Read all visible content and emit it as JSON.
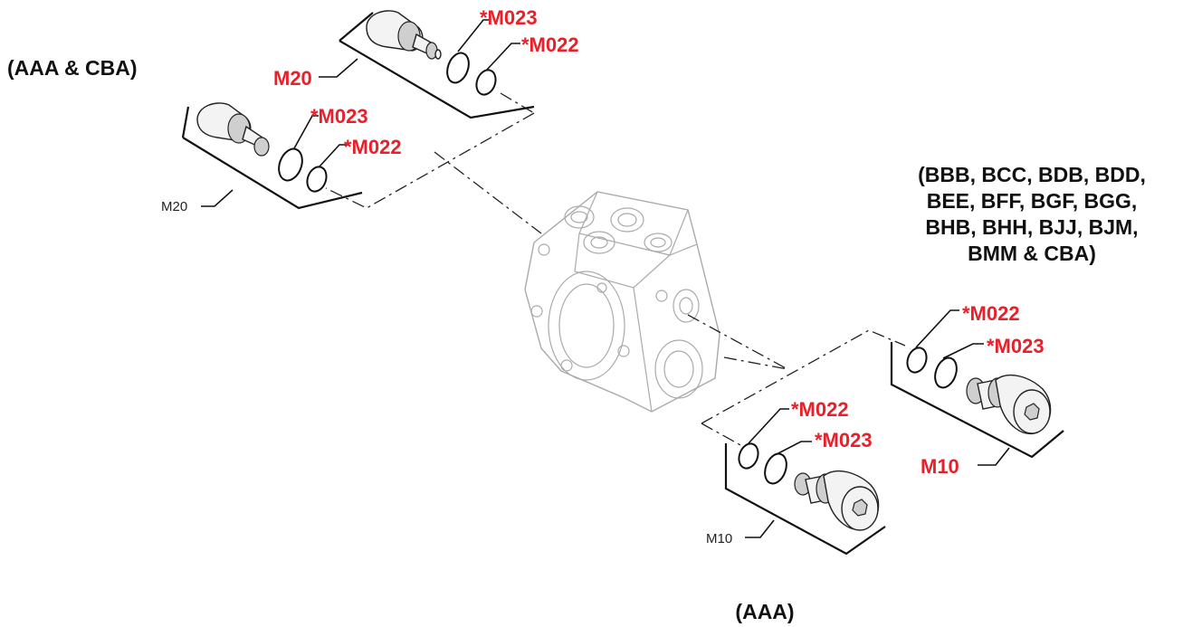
{
  "labels": {
    "top_group_models": "(AAA & CBA)",
    "right_group_models_line1": "(BBB, BCC, BDB, BDD,",
    "right_group_models_line2": "BEE, BFF, BGF, BGG,",
    "right_group_models_line3": "BHB, BHH, BJJ, BJM,",
    "right_group_models_line4": "BMM & CBA)",
    "bottom_group_models": "(AAA)",
    "top_upper_cartridge": "M20",
    "top_upper_ring_outer": "*M023",
    "top_upper_ring_inner": "*M022",
    "top_lower_cartridge": "M20",
    "top_lower_ring_outer": "*M023",
    "top_lower_ring_inner": "*M022",
    "right_upper_ring_inner": "*M022",
    "right_upper_ring_outer": "*M023",
    "right_upper_cartridge": "M10",
    "right_lower_ring_inner": "*M022",
    "right_lower_ring_outer": "*M023",
    "right_lower_cartridge": "M10"
  },
  "colors": {
    "highlight": "#e8202a",
    "text": "#111111",
    "housing": "#aaaaaa"
  },
  "icons": {
    "valve_housing": "valve-housing-icon",
    "cartridge": "relief-cartridge-icon",
    "o_ring": "o-ring-icon"
  }
}
